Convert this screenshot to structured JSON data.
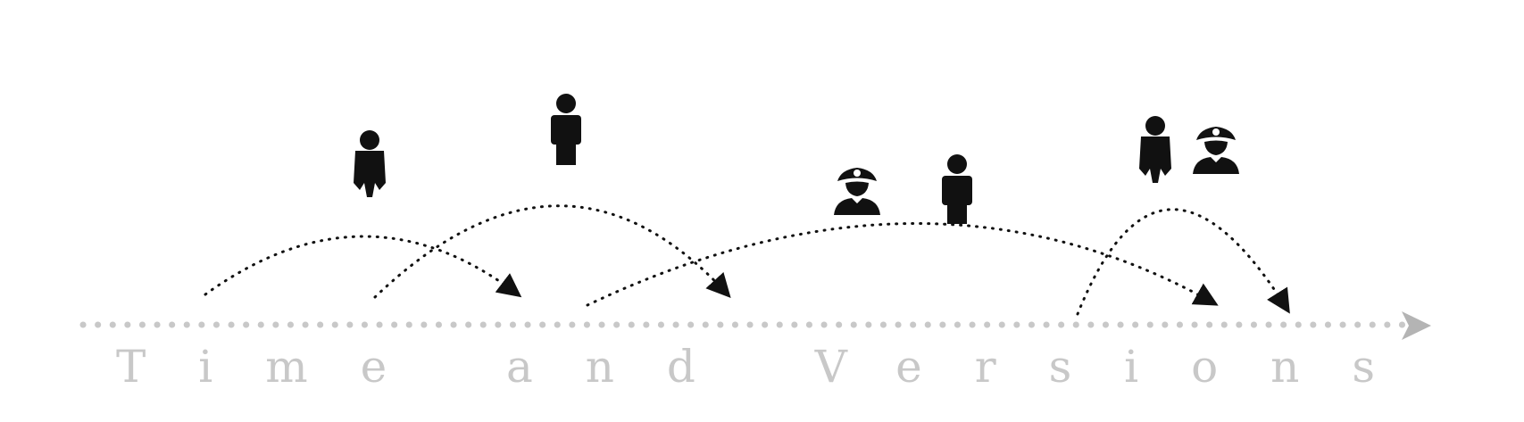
{
  "axis": {
    "label": "Time and Versions",
    "label_color": "#c8c8c8",
    "dot_color": "#c8c8c8",
    "arrow_color": "#b4b4b4"
  },
  "arc_color": "#111111",
  "figures": [
    {
      "id": "figure-1",
      "kind": "person-skirt-icon"
    },
    {
      "id": "figure-2",
      "kind": "person-icon"
    },
    {
      "id": "figure-3",
      "kind": "pirate-icon"
    },
    {
      "id": "figure-4",
      "kind": "person-icon"
    },
    {
      "id": "figure-5",
      "kind": "person-skirt-icon"
    },
    {
      "id": "figure-6",
      "kind": "pirate-icon"
    }
  ]
}
